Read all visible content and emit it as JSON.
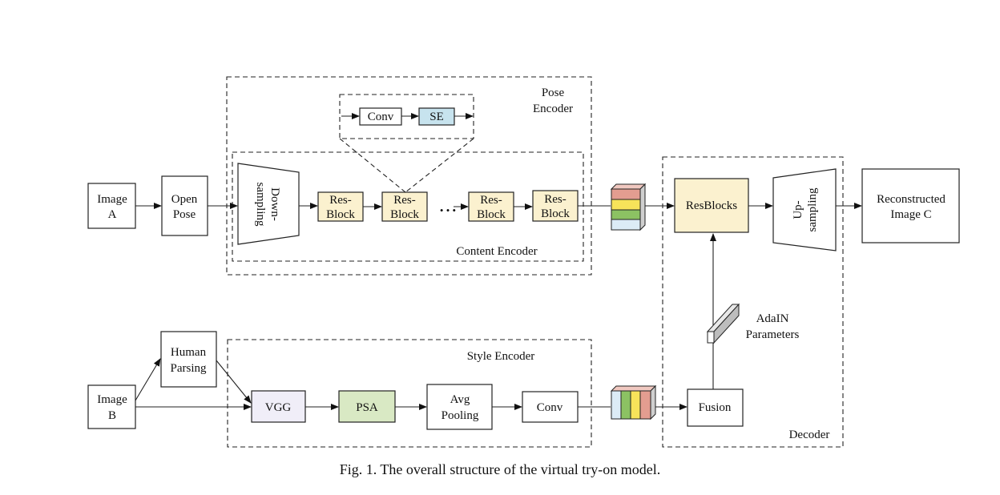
{
  "labels": {
    "pose_encoder": [
      "Pose",
      "Encoder"
    ],
    "content_encoder": "Content Encoder",
    "style_encoder": "Style Encoder",
    "decoder": "Decoder",
    "image_a": [
      "Image",
      "A"
    ],
    "open_pose": [
      "Open",
      "Pose"
    ],
    "downsampling": [
      "Down-",
      "sampling"
    ],
    "resblock": [
      "Res-",
      "Block"
    ],
    "ellipsis": "• • •",
    "conv": "Conv",
    "se": "SE",
    "resblocks": "ResBlocks",
    "upsampling": [
      "Up-",
      "sampling"
    ],
    "reconstructed": [
      "Reconstructed",
      "Image C"
    ],
    "image_b": [
      "Image",
      "B"
    ],
    "human_parsing": [
      "Human",
      "Parsing"
    ],
    "vgg": "VGG",
    "psa": "PSA",
    "avg_pooling": [
      "Avg",
      "Pooling"
    ],
    "fusion": "Fusion",
    "adain": [
      "AdaIN",
      "Parameters"
    ]
  },
  "colors": {
    "resblock_fill": "#fbf1cf",
    "se_fill": "#c7e3ee",
    "vgg_fill": "#f0eef8",
    "psa_fill": "#d9e9c4",
    "tensor_red": "#e39d90",
    "tensor_yellow": "#f7e35a",
    "tensor_green": "#8cc263",
    "tensor_blue": "#dcecf6"
  },
  "caption": "Fig. 1.  The overall structure of the virtual try-on model."
}
